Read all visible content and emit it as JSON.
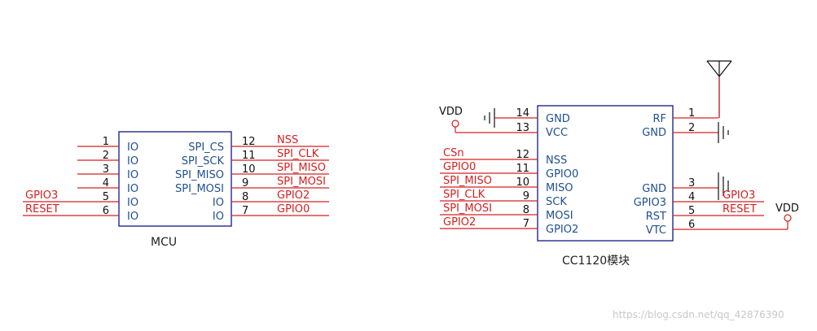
{
  "colors": {
    "wire": "#d42020",
    "body": "#1e2a8a",
    "label": "#1f4f8f",
    "text": "#111111"
  },
  "mcu": {
    "caption": "MCU",
    "left_pins": [
      {
        "num": "1",
        "label": "IO",
        "net": ""
      },
      {
        "num": "2",
        "label": "IO",
        "net": ""
      },
      {
        "num": "3",
        "label": "IO",
        "net": ""
      },
      {
        "num": "4",
        "label": "IO",
        "net": ""
      },
      {
        "num": "5",
        "label": "IO",
        "net": "GPIO3"
      },
      {
        "num": "6",
        "label": "IO",
        "net": "RESET"
      }
    ],
    "right_pins": [
      {
        "num": "12",
        "label": "SPI_CS",
        "net": "NSS"
      },
      {
        "num": "11",
        "label": "SPI_SCK",
        "net": "SPI_CLK"
      },
      {
        "num": "10",
        "label": "SPI_MISO",
        "net": "SPI_MISO"
      },
      {
        "num": "9",
        "label": "SPI_MOSI",
        "net": "SPI_MOSI"
      },
      {
        "num": "8",
        "label": "IO",
        "net": "GPIO2"
      },
      {
        "num": "7",
        "label": "IO",
        "net": "GPIO0"
      }
    ]
  },
  "cc1120": {
    "caption": "CC1120模块",
    "vdd_left": "VDD",
    "vdd_right": "VDD",
    "left_pins": [
      {
        "num": "14",
        "label": "GND",
        "net": ""
      },
      {
        "num": "13",
        "label": "VCC",
        "net": ""
      },
      {
        "num": "12",
        "label": "NSS",
        "net": "CSn"
      },
      {
        "num": "11",
        "label": "GPIO0",
        "net": "GPIO0"
      },
      {
        "num": "10",
        "label": "MISO",
        "net": "SPI_MISO"
      },
      {
        "num": "9",
        "label": "SCK",
        "net": "SPI_CLK"
      },
      {
        "num": "8",
        "label": "MOSI",
        "net": "SPI_MOSI"
      },
      {
        "num": "7",
        "label": "GPIO2",
        "net": "GPIO2"
      }
    ],
    "right_pins": [
      {
        "num": "1",
        "label": "RF",
        "net": ""
      },
      {
        "num": "2",
        "label": "GND",
        "net": ""
      },
      {
        "num": "3",
        "label": "GND",
        "net": ""
      },
      {
        "num": "4",
        "label": "GPIO3",
        "net": "GPIO3"
      },
      {
        "num": "5",
        "label": "RST",
        "net": "RESET"
      },
      {
        "num": "6",
        "label": "VTC",
        "net": ""
      }
    ]
  },
  "watermark": "https://blog.csdn.net/qq_42876390"
}
